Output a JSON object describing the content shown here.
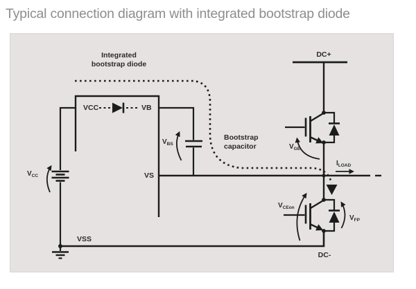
{
  "title": "Typical connection diagram with integrated bootstrap diode",
  "colors": {
    "page_bg": "#ffffff",
    "panel_bg": "#e6e2e2",
    "panel_border": "#d9d5d5",
    "line": "#1c1c1c",
    "title_text": "#8f8d8d",
    "label_text": "#2b2929"
  },
  "diagram": {
    "annotation_integrated_diode": {
      "line1": "Integrated",
      "line2": "bootstrap diode"
    },
    "annotation_bootstrap_cap": {
      "line1": "Bootstrap",
      "line2": "capacitor"
    },
    "rail_dc_plus": "DC+",
    "rail_dc_minus": "DC-",
    "pins": {
      "vcc": "VCC",
      "vb": "VB",
      "vs": "VS",
      "vss": "VSS"
    },
    "measure": {
      "vcc": {
        "main": "V",
        "sub": "CC"
      },
      "vbs": {
        "main": "V",
        "sub": "BS"
      },
      "vge": {
        "main": "V",
        "sub": "GE"
      },
      "iload": {
        "main": "I",
        "sub": "LOAD"
      },
      "vceon": {
        "main": "V",
        "sub": "CEon"
      },
      "vfp": {
        "main": "V",
        "sub": "FP"
      }
    }
  }
}
